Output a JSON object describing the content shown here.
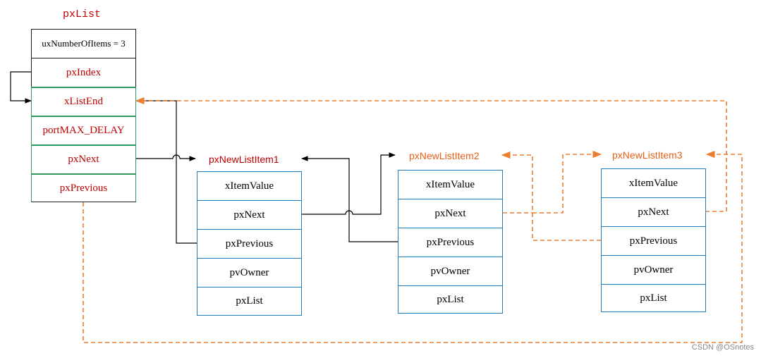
{
  "list": {
    "title": "pxList",
    "fields": {
      "count": "uxNumberOfItems = 3",
      "index": "pxIndex",
      "end": "xListEnd",
      "delay": "portMAX_DELAY",
      "next": "pxNext",
      "previous": "pxPrevious"
    }
  },
  "items": [
    {
      "label": "pxNewListItem1",
      "fields": [
        "xItemValue",
        "pxNext",
        "pxPrevious",
        "pvOwner",
        "pxList"
      ]
    },
    {
      "label": "pxNewListItem2",
      "fields": [
        "xItemValue",
        "pxNext",
        "pxPrevious",
        "pvOwner",
        "pxList"
      ]
    },
    {
      "label": "pxNewListItem3",
      "fields": [
        "xItemValue",
        "pxNext",
        "pxPrevious",
        "pvOwner",
        "pxList"
      ]
    }
  ],
  "colors": {
    "list_text": "#c00000",
    "item_label_1": "#c00000",
    "item_label_2": "#e8611a",
    "item_label_3": "#e8611a",
    "item_border": "#1f7ec4",
    "list_green": "#2e9b5e",
    "dashed_link": "#ed7d31",
    "solid_link": "#000000"
  },
  "watermark": "CSDN @OSnotes"
}
